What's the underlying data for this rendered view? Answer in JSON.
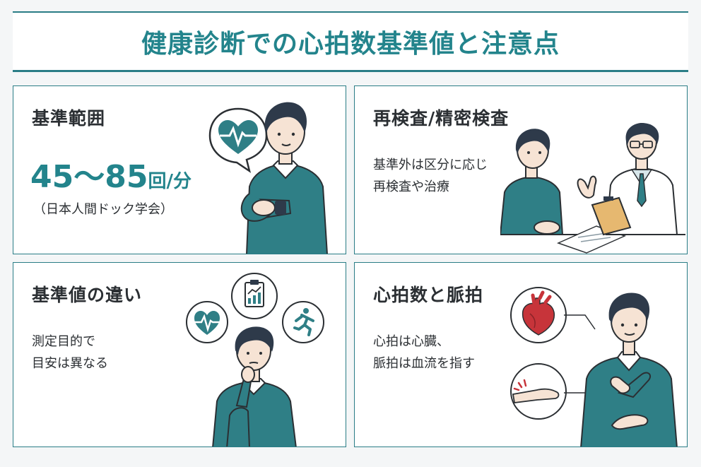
{
  "title": "健康診断での心拍数基準値と注意点",
  "cards": {
    "range": {
      "title": "基準範囲",
      "value": "45～85",
      "unit": "回/分",
      "source": "（日本人間ドック学会）"
    },
    "recheck": {
      "title": "再検査/精密検査",
      "body": [
        "基準外は区分に応じ",
        "再検査や治療"
      ]
    },
    "diff": {
      "title": "基準値の違い",
      "body": [
        "測定目的で",
        "目安は異なる"
      ]
    },
    "pulse": {
      "title": "心拍数と脈拍",
      "body": [
        "心拍は心臓、",
        "脈拍は血流を指す"
      ]
    }
  },
  "colors": {
    "accent": "#23848c",
    "border": "#2a7d86",
    "sweater": "#2f7f86",
    "hair": "#2e3a4a",
    "heart": "#c7343a"
  },
  "icons": [
    "heart-pulse-icon",
    "clipboard-chart-icon",
    "running-person-icon",
    "anatomical-heart-icon",
    "wrist-pulse-icon"
  ]
}
